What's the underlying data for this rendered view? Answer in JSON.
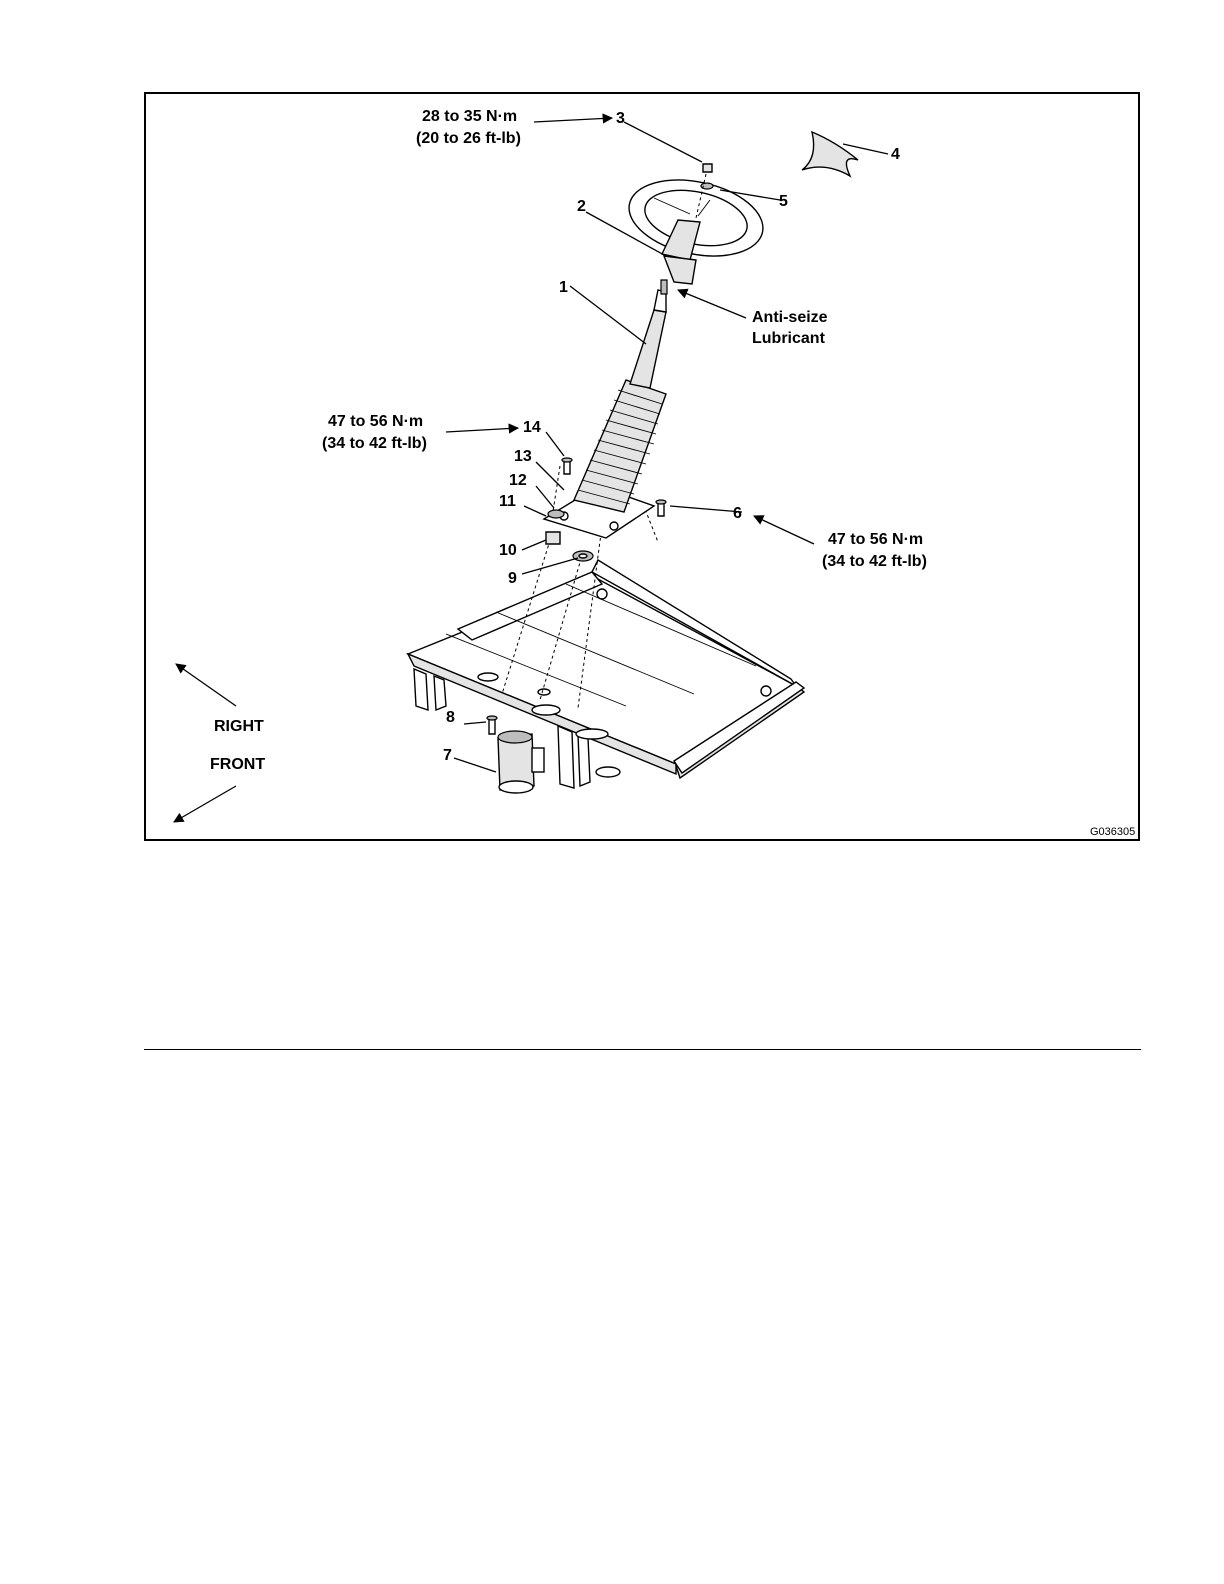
{
  "figure": {
    "id": "G036305",
    "callouts": {
      "steering_wheel_nut": {
        "line1": "28 to 35 N·m",
        "line2": "(20 to 26 ft-lb)"
      },
      "anti_seize": {
        "line1": "Anti-seize",
        "line2": "Lubricant"
      },
      "upper_bolts": {
        "line1": "47 to 56 N·m",
        "line2": "(34 to 42 ft-lb)"
      },
      "side_bolts": {
        "line1": "47 to 56 N·m",
        "line2": "(34 to 42 ft-lb)"
      }
    },
    "part_numbers": [
      "1",
      "2",
      "3",
      "4",
      "5",
      "6",
      "7",
      "8",
      "9",
      "10",
      "11",
      "12",
      "13",
      "14"
    ],
    "directions": {
      "right": "RIGHT",
      "front": "FRONT"
    },
    "icons": [
      "arrow-right-direction-icon",
      "arrow-front-direction-icon"
    ]
  }
}
